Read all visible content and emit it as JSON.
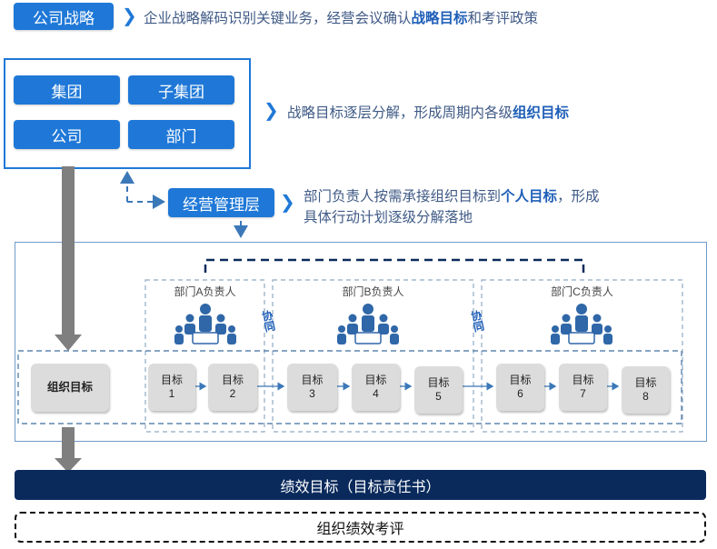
{
  "strategy": {
    "button": "公司战略",
    "desc_pre": "企业战略解码识别关键业务，经营会议确认",
    "desc_bold": "战略目标",
    "desc_post": "和考评政策"
  },
  "org_levels": [
    "集团",
    "子集团",
    "公司",
    "部门"
  ],
  "decompose": {
    "desc_pre": "战略目标逐层分解，形成周期内各级",
    "desc_bold": "组织目标"
  },
  "management": {
    "button": "经营管理层",
    "desc_line1_pre": "部门负责人按需承接组织目标到",
    "desc_line1_bold": "个人目标",
    "desc_line1_post": "，形成",
    "desc_line2": "具体行动计划逐级分解落地"
  },
  "departments": [
    "部门A负责人",
    "部门B负责人",
    "部门C负责人"
  ],
  "collab_label": "协同",
  "org_goal_label": "组织目标",
  "goals": [
    {
      "line1": "目标",
      "line2": "1"
    },
    {
      "line1": "目标",
      "line2": "2"
    },
    {
      "line1": "目标",
      "line2": "3"
    },
    {
      "line1": "目标",
      "line2": "4"
    },
    {
      "line1": "目标",
      "line2": "5"
    },
    {
      "line1": "目标",
      "line2": "6"
    },
    {
      "line1": "目标",
      "line2": "7"
    },
    {
      "line1": "目标",
      "line2": "8"
    }
  ],
  "performance_bar": "绩效目标（目标责任书）",
  "evaluation_bar": "组织绩效考评",
  "colors": {
    "primary": "#1f78d7",
    "navy": "#0a2a5c",
    "gray_arrow": "#7f7f7f",
    "dashed": "#8fa9c2"
  }
}
